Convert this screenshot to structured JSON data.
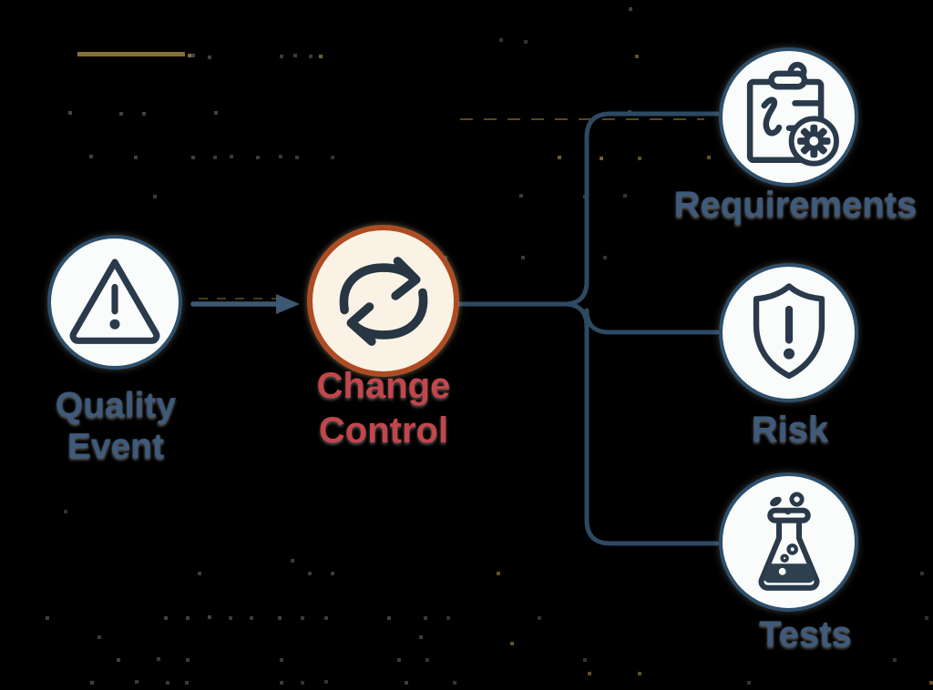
{
  "theme": {
    "background_color": "#000000",
    "line_color": "#2e4a63",
    "arrow_color": "#3c5872",
    "icon_color": "#2a3a4b",
    "icon_dark_fill": "#2e3f4e",
    "blue_node_border": "#2d4f6b",
    "blue_node_fill": "#fafcfb",
    "blue_label_color": "#3e5a7c",
    "accent_node_border": "#b04a20",
    "accent_node_fill": "#faf3e5",
    "accent_label_color": "#c2464b"
  },
  "nodes": {
    "quality_event": {
      "label_line1": "Quality",
      "label_line2": "Event",
      "icon": "warning-triangle"
    },
    "change_control": {
      "label_line1": "Change",
      "label_line2": "Control",
      "icon": "sync-arrows"
    },
    "requirements": {
      "label": "Requirements",
      "icon": "clipboard-gear"
    },
    "risk": {
      "label": "Risk",
      "icon": "shield-exclamation"
    },
    "tests": {
      "label": "Tests",
      "icon": "flask"
    }
  }
}
